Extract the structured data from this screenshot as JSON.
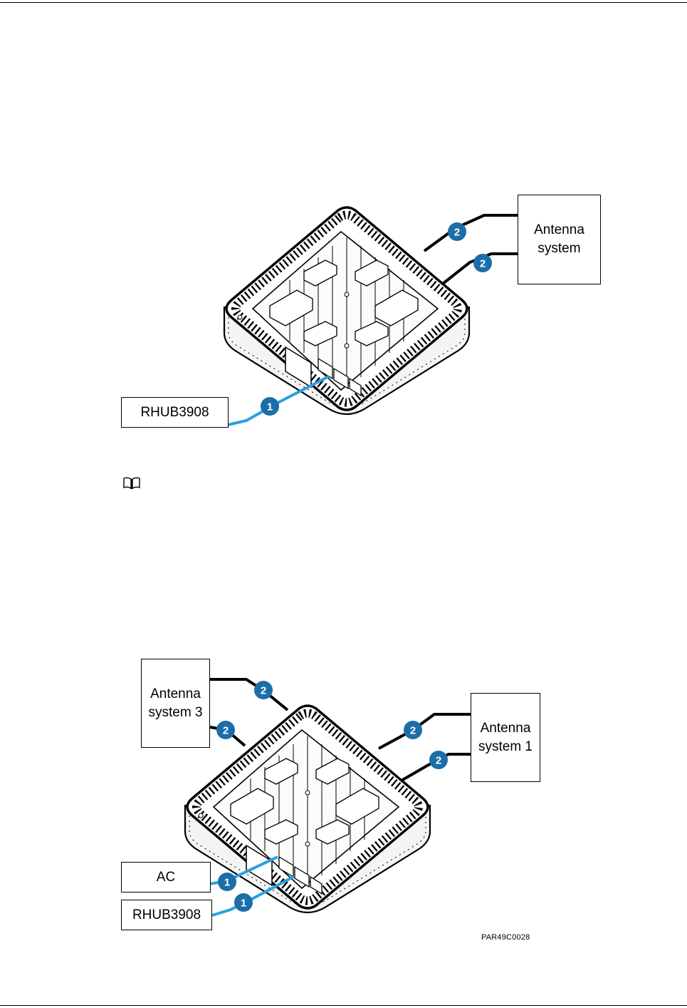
{
  "figures": [
    {
      "labels": {
        "antenna": "Antenna system",
        "rhub": "RHUB3908"
      },
      "callouts": {
        "cpri": "1",
        "rf": "2"
      }
    },
    {
      "labels": {
        "antenna_3": "Antenna system 3",
        "antenna_1": "Antenna system 1",
        "ac": "AC",
        "rhub": "RHUB3908"
      },
      "callouts": {
        "cpri": "1",
        "rf": "2"
      },
      "figure_id": "PAR49C0028"
    }
  ],
  "note_icon": "book-icon",
  "colors": {
    "callout_fill": "#1b6ea8",
    "blue_cable": "#2b9fe0",
    "black_cable": "#000000"
  }
}
